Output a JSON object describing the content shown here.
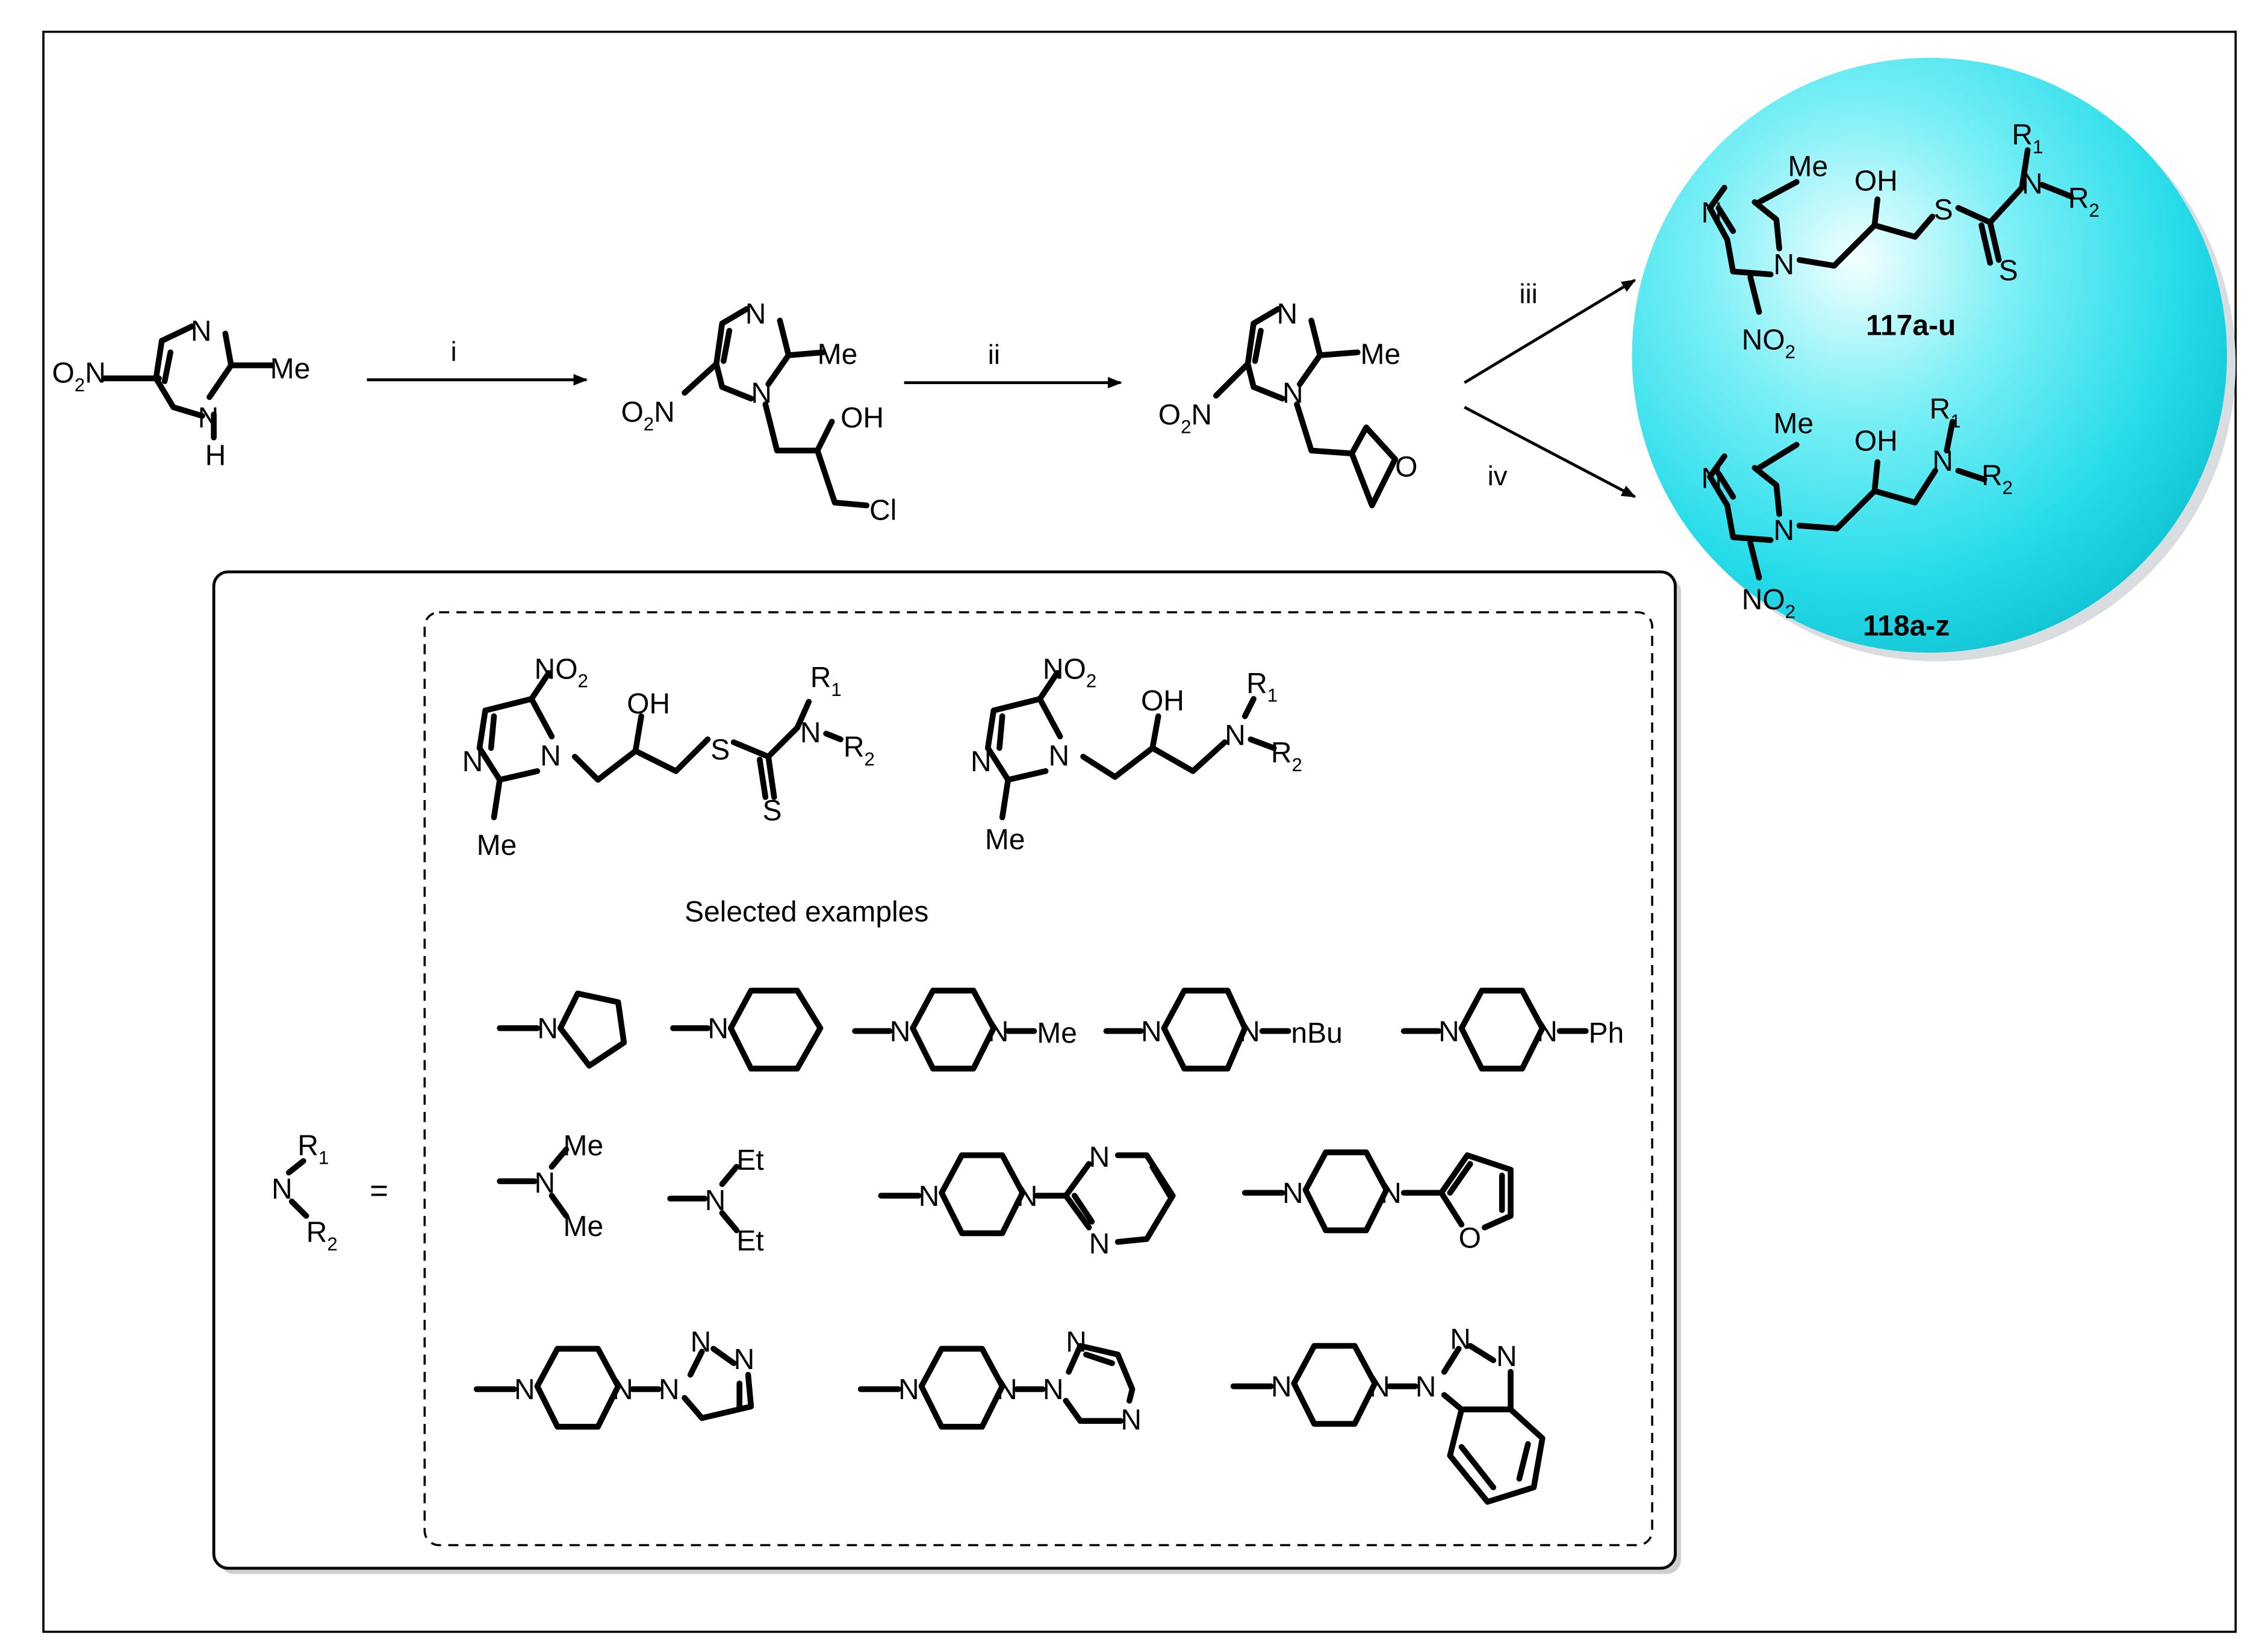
{
  "atoms": {
    "N": "N",
    "H": "H",
    "O": "O",
    "S": "S",
    "Cl": "Cl",
    "OH": "OH",
    "Me": "Me",
    "Et": "Et",
    "nBu": "nBu",
    "Ph": "Ph",
    "NO2_base": "NO",
    "O2_left_base": "O",
    "sub2": "2",
    "R": "R",
    "sub1": "1"
  },
  "reagents": {
    "step_i": "i",
    "step_ii": "ii",
    "step_iii": "iii",
    "step_iv": "iv"
  },
  "products": {
    "compound_117": "117a-u",
    "compound_118": "118a-z"
  },
  "examples_box": {
    "heading": "Selected examples",
    "equals": "="
  },
  "colors": {
    "sphere_highlight": "#f2ffff",
    "sphere_main": "#27dcea",
    "sphere_edge": "#10c3d2",
    "frame": "#000000"
  }
}
